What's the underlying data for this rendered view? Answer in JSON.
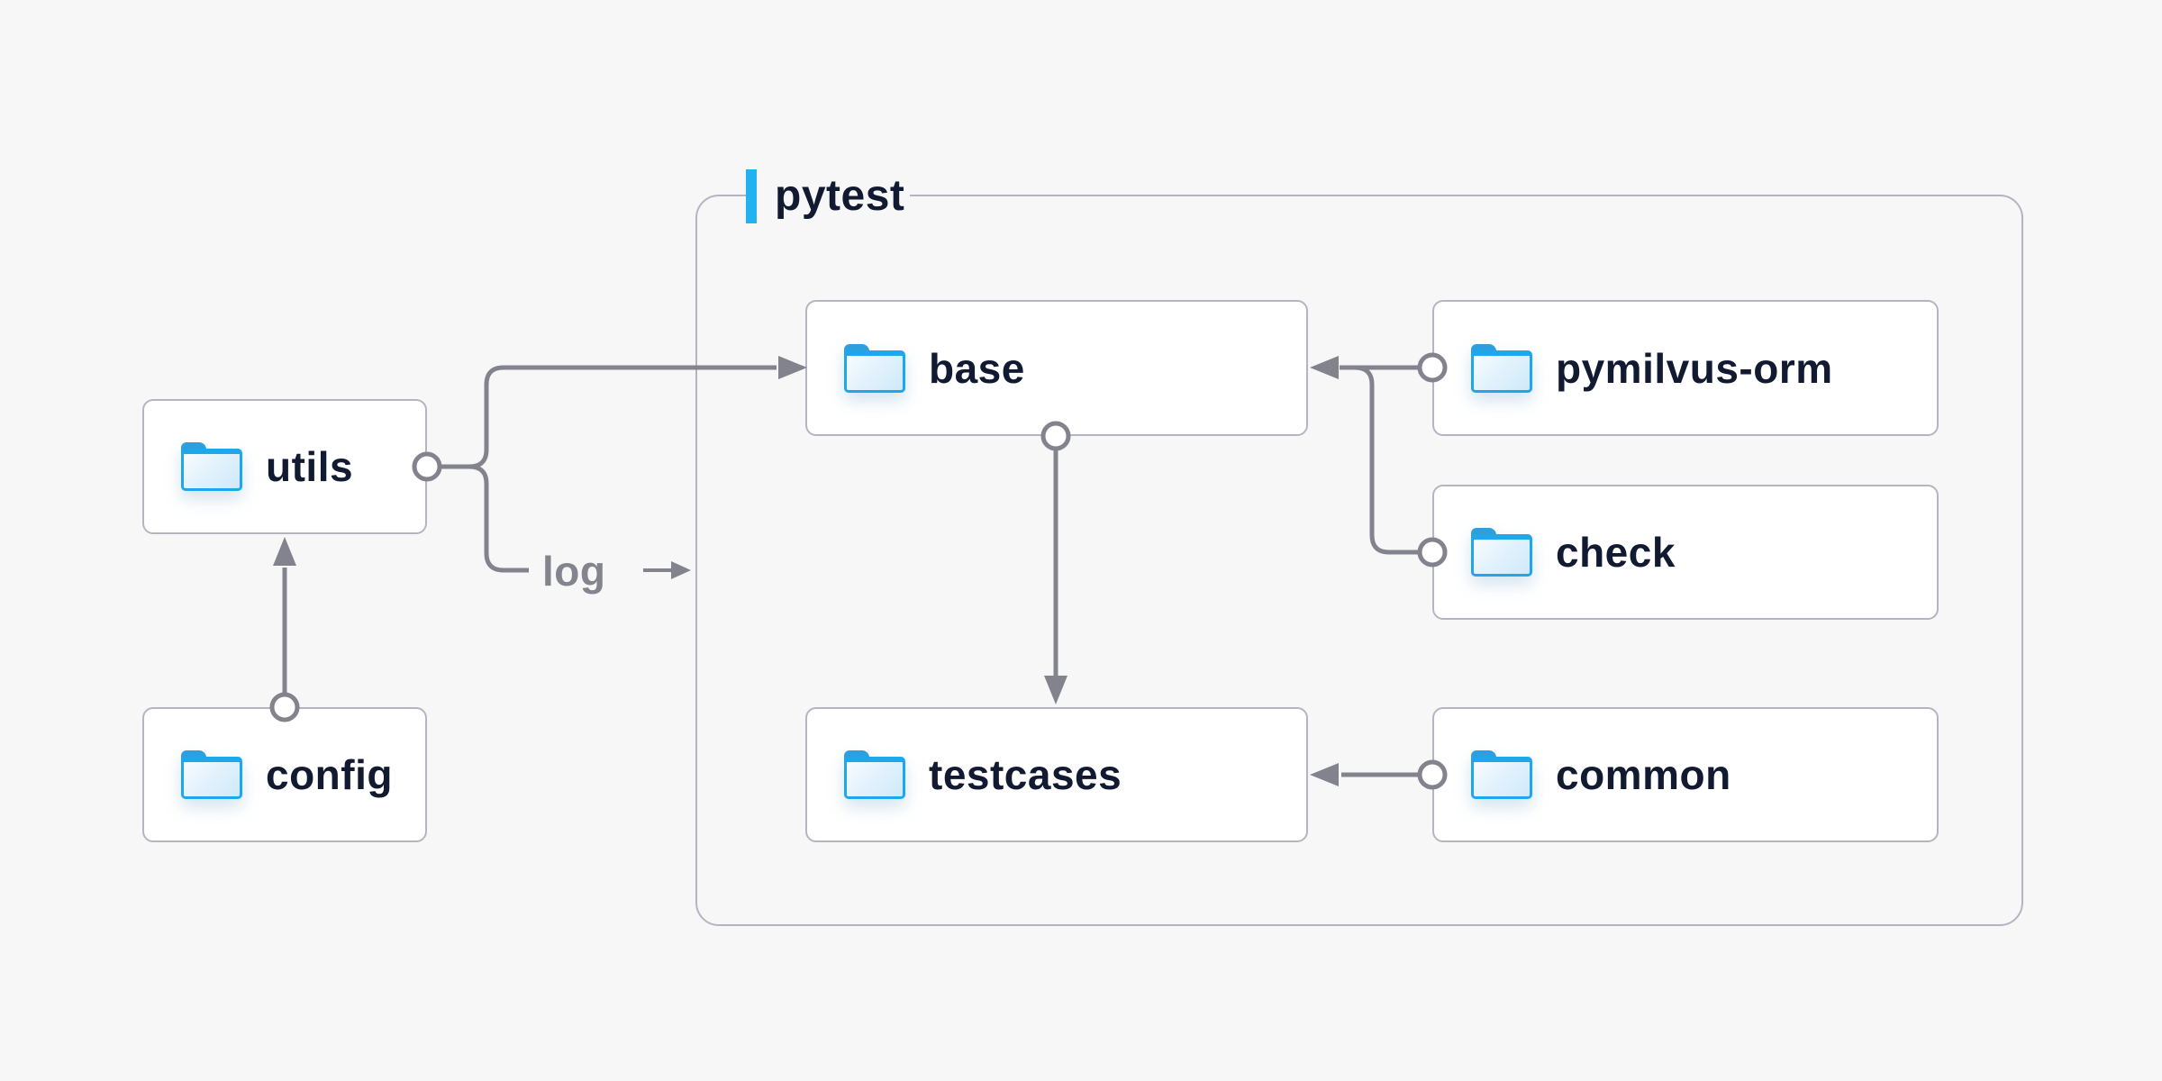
{
  "container": {
    "label": "pytest"
  },
  "nodes": [
    {
      "id": "utils",
      "label": "utils"
    },
    {
      "id": "config",
      "label": "config"
    },
    {
      "id": "base",
      "label": "base"
    },
    {
      "id": "pymilvus-orm",
      "label": "pymilvus-orm"
    },
    {
      "id": "check",
      "label": "check"
    },
    {
      "id": "testcases",
      "label": "testcases"
    },
    {
      "id": "common",
      "label": "common"
    }
  ],
  "annotations": {
    "log_label": "log"
  },
  "edges": [
    {
      "from": "config",
      "to": "utils"
    },
    {
      "from": "utils",
      "to": "base"
    },
    {
      "from": "utils",
      "to": "log"
    },
    {
      "from": "pymilvus-orm",
      "to": "base"
    },
    {
      "from": "check",
      "to": "base"
    },
    {
      "from": "base",
      "to": "testcases"
    },
    {
      "from": "common",
      "to": "testcases"
    }
  ],
  "colors": {
    "background": "#f7f7f8",
    "node_background": "#ffffff",
    "node_border": "#b5b5c1",
    "group_border": "#b5b5c1",
    "edge_gray": "#83838e",
    "text_navy": "#111a30",
    "annotation_gray": "#84848e",
    "accent_blue": "#22b2f2",
    "folder_blue": "#1ea7ec"
  }
}
